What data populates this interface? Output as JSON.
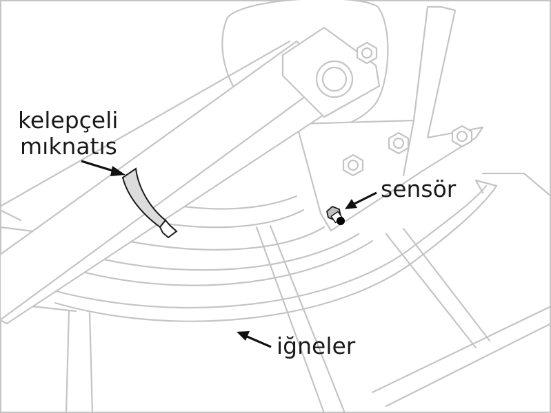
{
  "labels": {
    "clamp_magnet_line1": "kelepçeli",
    "clamp_magnet_line2": "mıknatıs",
    "sensor": "sensör",
    "tines": "iğneler"
  },
  "colors": {
    "line_art": "#c4c4c4",
    "magnet_fill": "#dcdcdc",
    "sensor_tip": "#000000",
    "text": "#1a1a1a"
  }
}
